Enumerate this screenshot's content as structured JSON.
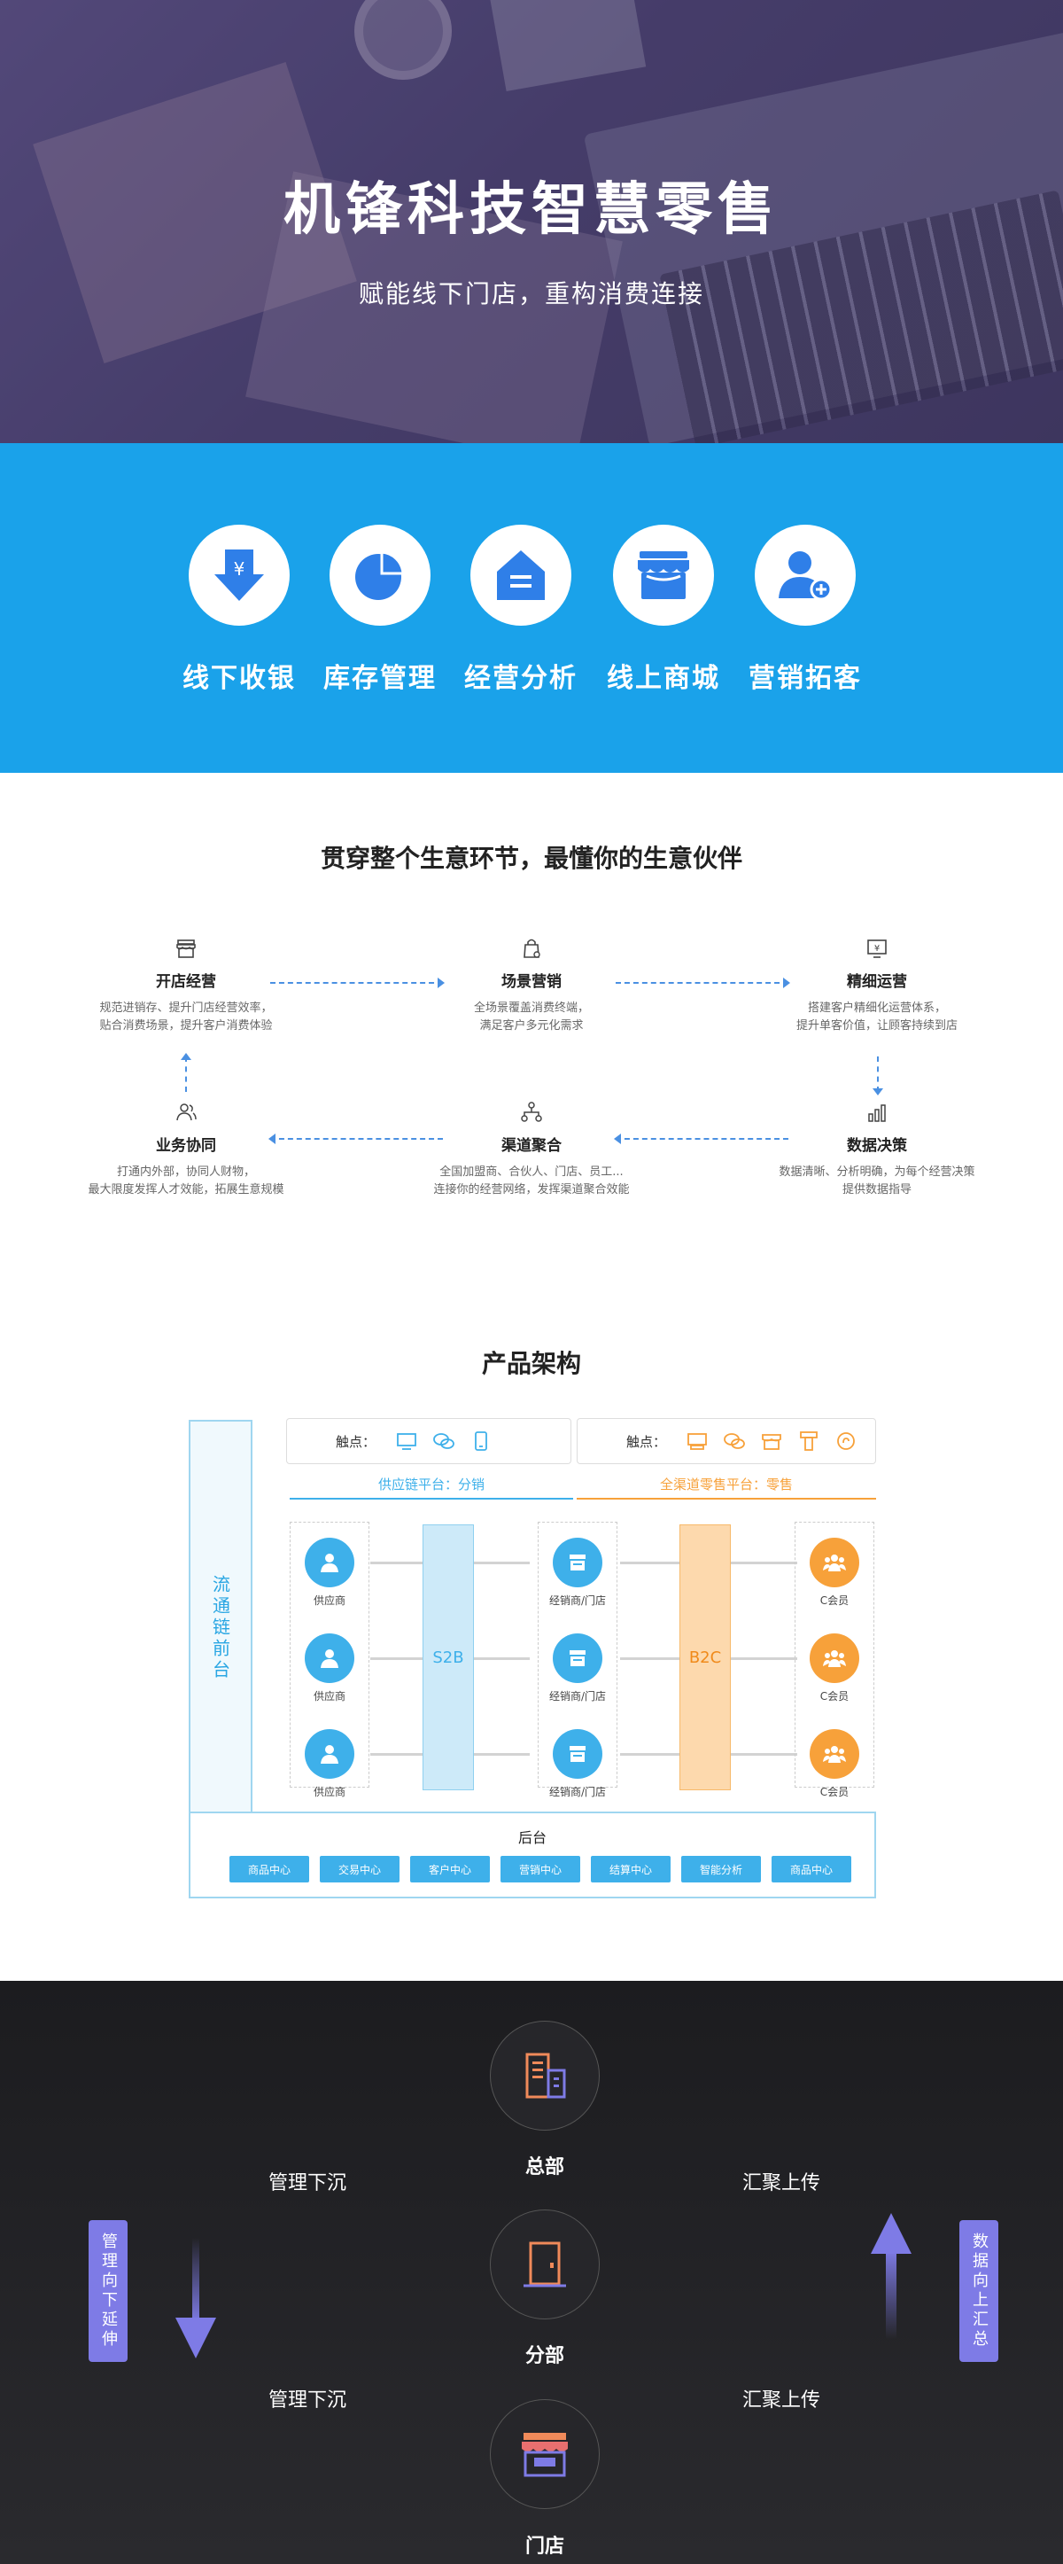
{
  "hero": {
    "title": "机锋科技智慧零售",
    "subtitle": "赋能线下门店，重构消费连接"
  },
  "features": [
    {
      "label": "线下收银",
      "icon": "yen-down-arrow-icon"
    },
    {
      "label": "库存管理",
      "icon": "pie-chart-icon"
    },
    {
      "label": "经营分析",
      "icon": "house-bars-icon"
    },
    {
      "label": "线上商城",
      "icon": "shop-awning-icon"
    },
    {
      "label": "营销拓客",
      "icon": "user-add-icon"
    }
  ],
  "flow": {
    "heading": "贯穿整个生意环节，最懂你的生意伙伴",
    "nodes": [
      {
        "title": "开店经营",
        "desc1": "规范进销存、提升门店经营效率，",
        "desc2": "贴合消费场景，提升客户消费体验"
      },
      {
        "title": "场景营销",
        "desc1": "全场景覆盖消费终端，",
        "desc2": "满足客户多元化需求"
      },
      {
        "title": "精细运营",
        "desc1": "搭建客户精细化运营体系，",
        "desc2": "提升单客价值，让顾客持续到店"
      },
      {
        "title": "数据决策",
        "desc1": "数据清晰、分析明确，为每个经营决策",
        "desc2": "提供数据指导"
      },
      {
        "title": "渠道聚合",
        "desc1": "全国加盟商、合伙人、门店、员工...",
        "desc2": "连接你的经营网络，发挥渠道聚合效能"
      },
      {
        "title": "业务协同",
        "desc1": "打通内外部，协同人财物，",
        "desc2": "最大限度发挥人才效能，拓展生意规模"
      }
    ]
  },
  "arch": {
    "title": "产品架构",
    "front_label": "流通链前台",
    "touch_left": "触点：",
    "touch_right": "触点：",
    "platform_left": "供应链平台：分销",
    "platform_right": "全渠道零售平台：零售",
    "s2b": "S2B",
    "b2c": "B2C",
    "supplier": "供应商",
    "dealer": "经销商/门店",
    "member": "C会员",
    "back_title": "后台",
    "back_items": [
      "商品中心",
      "交易中心",
      "客户中心",
      "营销中心",
      "结算中心",
      "智能分析",
      "商品中心"
    ],
    "colors": {
      "blue": "#3eb0ea",
      "orange": "#f7a13a"
    }
  },
  "hierarchy": {
    "hq": "总部",
    "branch": "分部",
    "store": "门店",
    "left_top": "管理下沉",
    "left_bottom": "管理下沉",
    "right_top": "汇聚上传",
    "right_bottom": "汇聚上传",
    "left_pill": "管理向下延伸",
    "right_pill": "数据向上汇总",
    "accent": "#7e7be6"
  }
}
